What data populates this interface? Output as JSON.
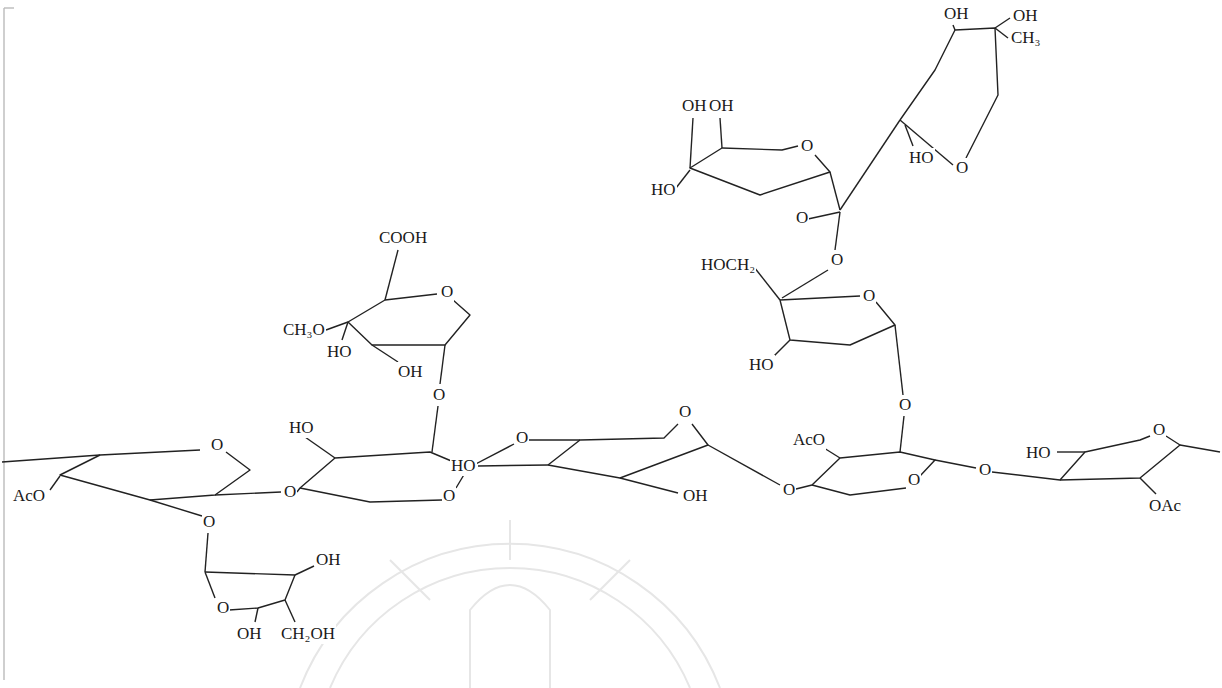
{
  "diagram": {
    "labels": [
      "OH",
      "OH",
      "CH₃",
      "OH",
      "OH",
      "O",
      "HO",
      "O",
      "HO",
      "O",
      "HOCH₂",
      "O",
      "O",
      "HO",
      "O",
      "COOH",
      "O",
      "CH₃O",
      "HO",
      "OH",
      "O",
      "O",
      "HO",
      "O",
      "O",
      "AcO",
      "AcO",
      "O",
      "O",
      "HO",
      "OH",
      "O",
      "O",
      "O",
      "HO",
      "O",
      "OAc",
      "O",
      "OH",
      "O",
      "OH",
      "CH₂OH"
    ]
  }
}
